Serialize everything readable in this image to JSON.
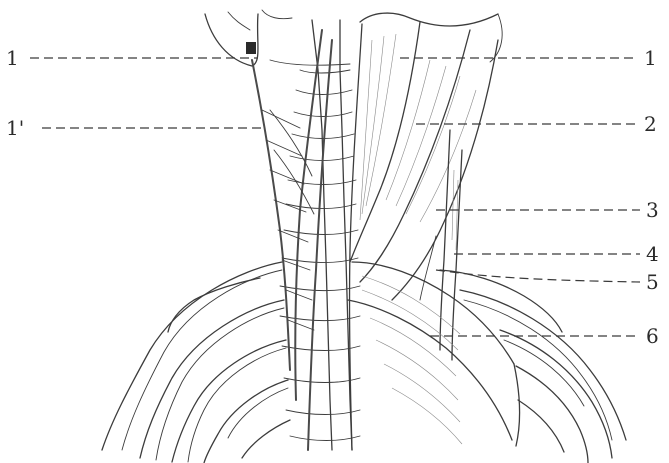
{
  "figure": {
    "type": "anatomical-line-drawing",
    "subject": "posterior view of neck and upper back, left side nerves and right side muscles",
    "line_color": "#3c3c3c",
    "background": "#ffffff"
  },
  "labels": {
    "left": [
      {
        "id": "l1",
        "text": "1"
      },
      {
        "id": "l1p",
        "text": "1'"
      }
    ],
    "right": [
      {
        "id": "r1",
        "text": "1"
      },
      {
        "id": "r2",
        "text": "2"
      },
      {
        "id": "r3",
        "text": "3"
      },
      {
        "id": "r4",
        "text": "4"
      },
      {
        "id": "r5",
        "text": "5"
      },
      {
        "id": "r6",
        "text": "6"
      }
    ]
  }
}
